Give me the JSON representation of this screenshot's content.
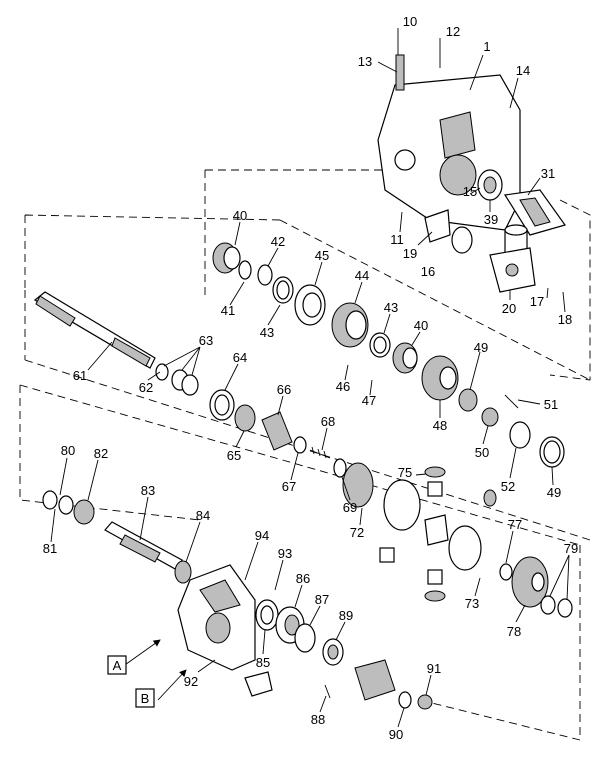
{
  "diagram": {
    "callouts": [
      "10",
      "12",
      "1",
      "13",
      "14",
      "31",
      "15",
      "39",
      "11",
      "19",
      "16",
      "20",
      "17",
      "18",
      "40",
      "42",
      "45",
      "44",
      "41",
      "43",
      "43",
      "40",
      "63",
      "64",
      "61",
      "62",
      "46",
      "47",
      "49",
      "48",
      "51",
      "66",
      "65",
      "50",
      "52",
      "49",
      "68",
      "75",
      "67",
      "69",
      "80",
      "82",
      "72",
      "83",
      "81",
      "84",
      "77",
      "79",
      "94",
      "93",
      "73",
      "86",
      "87",
      "89",
      "78",
      "85",
      "91",
      "92",
      "88",
      "90"
    ],
    "box_labels": [
      "A",
      "B"
    ]
  }
}
